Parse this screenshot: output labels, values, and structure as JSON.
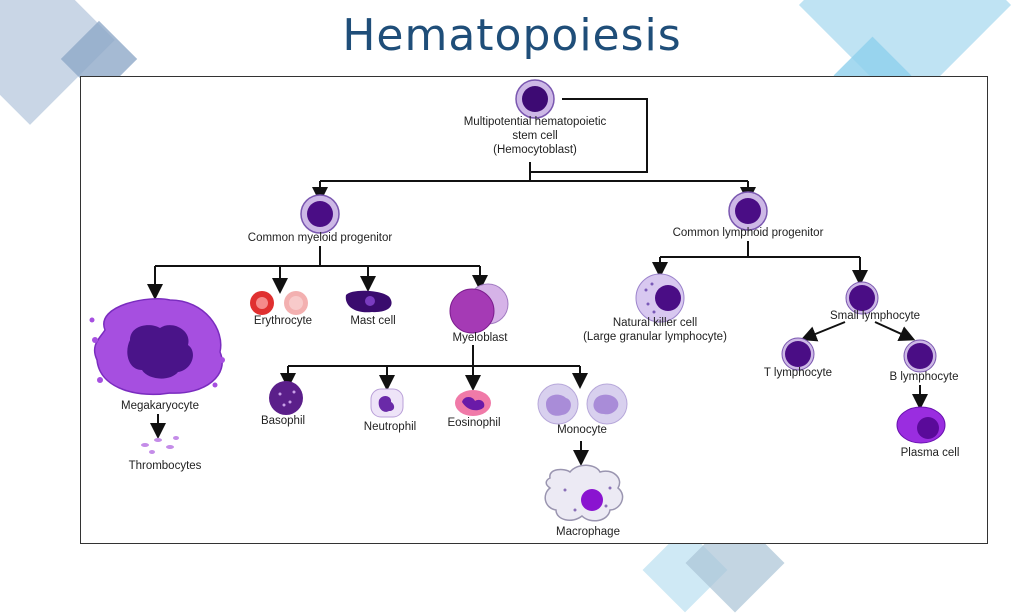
{
  "slide": {
    "title": "Hematopoiesis",
    "accent_color": "#1f4e79"
  },
  "diagram": {
    "root": [
      "Multipotential hematopoietic",
      "stem cell",
      "(Hemocytoblast)"
    ],
    "myeloid_progenitor": "Common myeloid progenitor",
    "lymphoid_progenitor": "Common lymphoid progenitor",
    "megakaryocyte": "Megakaryocyte",
    "thrombocytes": "Thrombocytes",
    "erythrocyte": "Erythrocyte",
    "mast_cell": "Mast cell",
    "myeloblast": "Myeloblast",
    "basophil": "Basophil",
    "neutrophil": "Neutrophil",
    "eosinophil": "Eosinophil",
    "monocyte": "Monocyte",
    "macrophage": "Macrophage",
    "nk_cell": [
      "Natural killer cell",
      "(Large granular lymphocyte)"
    ],
    "small_lymphocyte": "Small lymphocyte",
    "t_lymphocyte": "T lymphocyte",
    "b_lymphocyte": "B lymphocyte",
    "plasma_cell": "Plasma cell"
  }
}
